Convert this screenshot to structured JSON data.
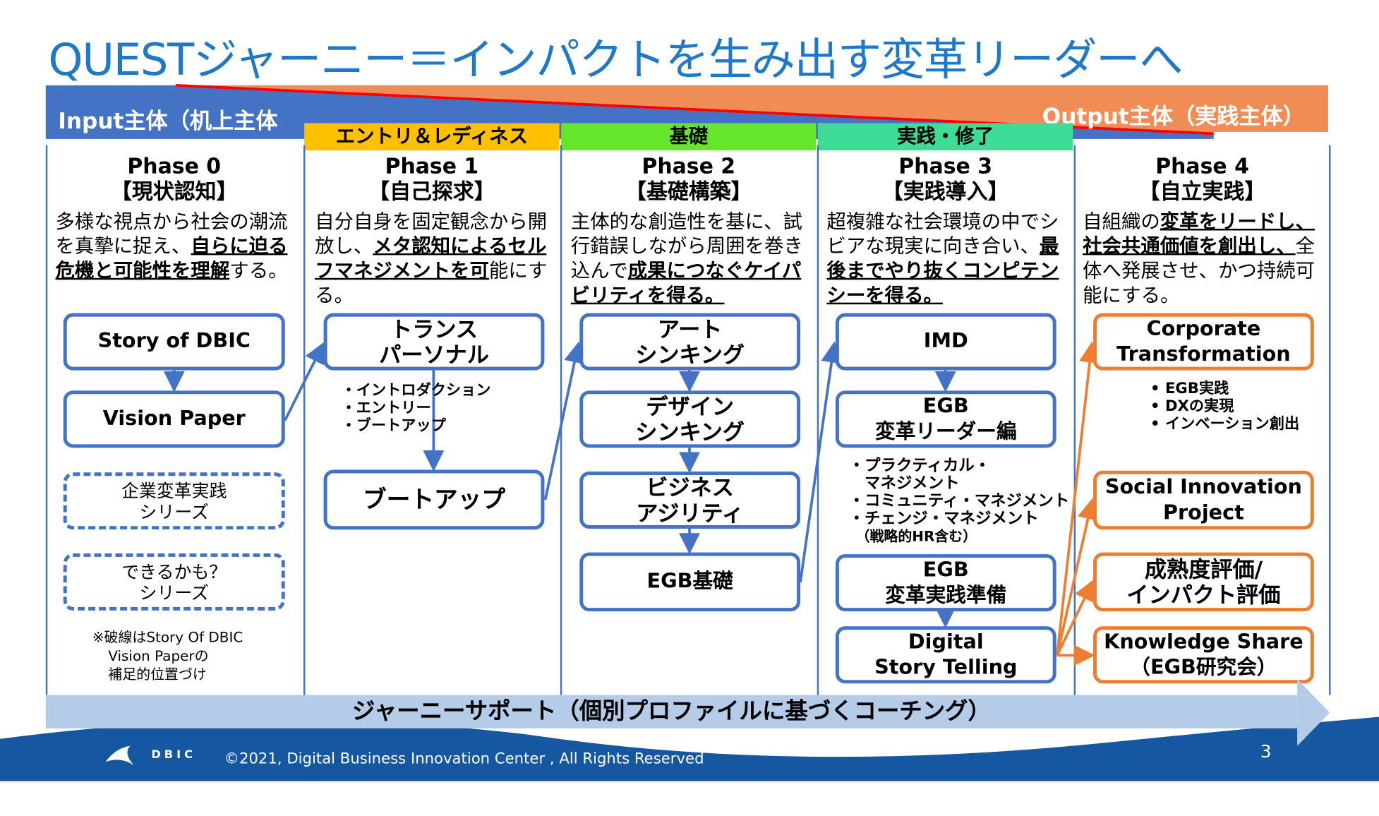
{
  "title": "QUESTジャーニー＝インパクトを生み出す変革リーダーへ",
  "band": {
    "input_label": "Input主体（机上主体",
    "output_label": "Output主体（実践主体）"
  },
  "stage_headers": [
    "エントリ＆レディネス",
    "基礎",
    "実践・修了"
  ],
  "phases": [
    {
      "name": "Phase 0",
      "sub": "【現状認知】",
      "desc": [
        "多様な視点から社会の潮流を真摯に捉え、",
        "自らに迫る危機と可能性を理解",
        "する。"
      ]
    },
    {
      "name": "Phase 1",
      "sub": "【自己探求】",
      "desc": [
        "自分自身を固定観念から開放し、",
        "メタ認知によるセルフマネジメントを可",
        "能にする。"
      ]
    },
    {
      "name": "Phase 2",
      "sub": "【基礎構築】",
      "desc": [
        "主体的な創造性を基に、試行錯誤しながら周囲を巻き込んで",
        "成果につなぐケイパビリティを得る。",
        ""
      ]
    },
    {
      "name": "Phase 3",
      "sub": "【実践導入】",
      "desc": [
        "超複雑な社会環境の中でシビアな現実に向き合い、",
        "最後までやり抜くコンピテンシーを得る。",
        ""
      ]
    },
    {
      "name": "Phase 4",
      "sub": "【自立実践】",
      "desc": [
        "自組織の",
        "変革をリードし、社会共通価値を創出し、",
        "全体へ発展させ、かつ持続可能にする。"
      ]
    }
  ],
  "p0": {
    "story": "Story of DBIC",
    "vision": "Vision Paper",
    "dash1": [
      "企業変革実践",
      "シリーズ"
    ],
    "dash2": [
      "できるかも？",
      "シリーズ"
    ],
    "note": [
      "※破線はStory Of DBIC",
      "Vision Paperの",
      "補足的位置づけ"
    ]
  },
  "p1": {
    "trans": [
      "トランス",
      "パーソナル"
    ],
    "bullets": [
      "・イントロダクション",
      "・エントリー",
      "・ブートアップ"
    ],
    "boot": "ブートアップ"
  },
  "p2": {
    "boxes": [
      [
        "アート",
        "シンキング"
      ],
      [
        "デザイン",
        "シンキング"
      ],
      [
        "ビジネス",
        "アジリティ"
      ],
      [
        "EGB基礎",
        ""
      ]
    ]
  },
  "p3": {
    "imd": "IMD",
    "egb1": [
      "EGB",
      "変革リーダー編"
    ],
    "bullets": [
      "・プラクティカル・",
      "　マネジメント",
      "・コミュニティ・マネジメント",
      "・チェンジ・マネジメント",
      "　（戦略的HR含む）"
    ],
    "egb2": [
      "EGB",
      "変革実践準備"
    ],
    "dst": [
      "Digital",
      "Story Telling"
    ]
  },
  "p4": {
    "corp": [
      "Corporate",
      "Transformation"
    ],
    "bullets": [
      "• EGB実践",
      "• DXの実現",
      "• インベーション創出"
    ],
    "social": [
      "Social Innovation",
      "Project"
    ],
    "maturity": [
      "成熟度評価/",
      "インパクト評価"
    ],
    "knowledge": [
      "Knowledge Share",
      "（EGB研究会）"
    ]
  },
  "support": "ジャーニーサポート（個別プロファイルに基づくコーチング）",
  "footer": {
    "logo": "DBIC",
    "copyright": "©2021, Digital Business Innovation Center , All Rights Reserved",
    "page": "3"
  },
  "colors": {
    "blue": "#4472c4",
    "orange": "#ed7d31",
    "title": "#1f78c8",
    "entry": "#ffc000",
    "basic": "#66e62a",
    "practice": "#3ddc97",
    "footer": "#1557a0"
  }
}
